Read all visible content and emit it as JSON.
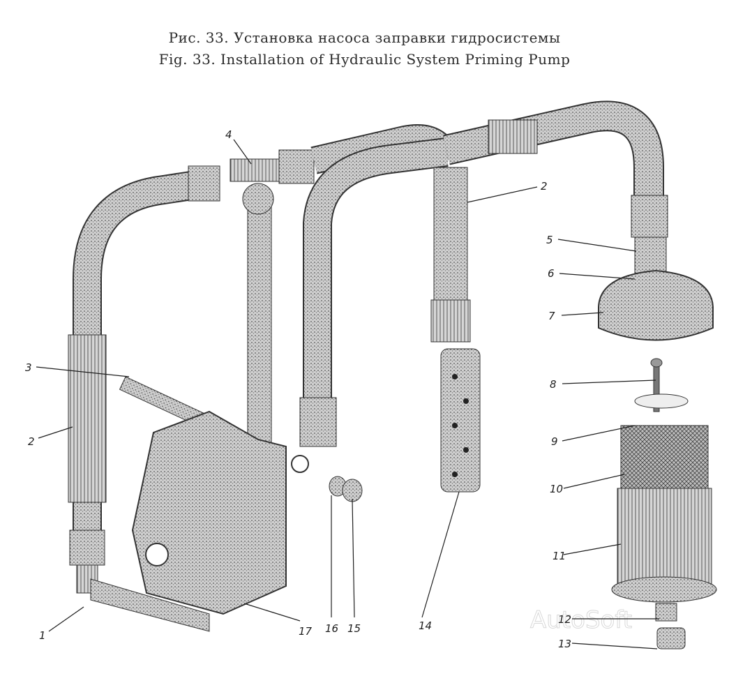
{
  "figure": {
    "title_ru": "Рис. 33. Установка насоса заправки гидросистемы",
    "title_en": "Fig. 33. Installation of Hydraulic System Priming Pump",
    "watermark": "AutoSoft"
  },
  "callouts": [
    "1",
    "2",
    "2",
    "3",
    "4",
    "5",
    "6",
    "7",
    "8",
    "9",
    "10",
    "11",
    "12",
    "13",
    "14",
    "15",
    "16",
    "17"
  ],
  "colors": {
    "ink": "#1e1e1e",
    "metal": "#9a9a9a",
    "hose": "#b8b8b8",
    "background": "#ffffff"
  }
}
